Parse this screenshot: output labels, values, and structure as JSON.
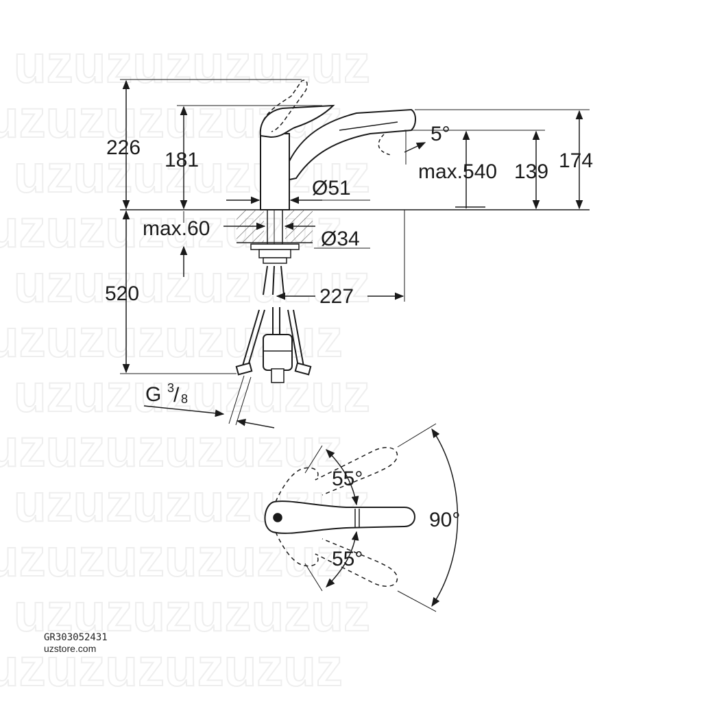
{
  "watermark": {
    "text": "uzuzuzuzuzuz"
  },
  "dimensions": {
    "total_height": "226",
    "body_height": "181",
    "body_diameter": "Ø51",
    "spout_height": "174",
    "aerator_height": "139",
    "max_reach": "max.540",
    "spray_angle": "5°",
    "max_thickness": "max.60",
    "hole_diameter": "Ø34",
    "hose_length": "520",
    "spout_reach": "227",
    "thread_main": "G",
    "thread_num": "3",
    "thread_den": "8"
  },
  "top_view": {
    "angle_upper": "55°",
    "angle_lower": "55°",
    "angle_total": "90°"
  },
  "footer": {
    "code": "GR303052431",
    "site": "uzstore.com"
  }
}
